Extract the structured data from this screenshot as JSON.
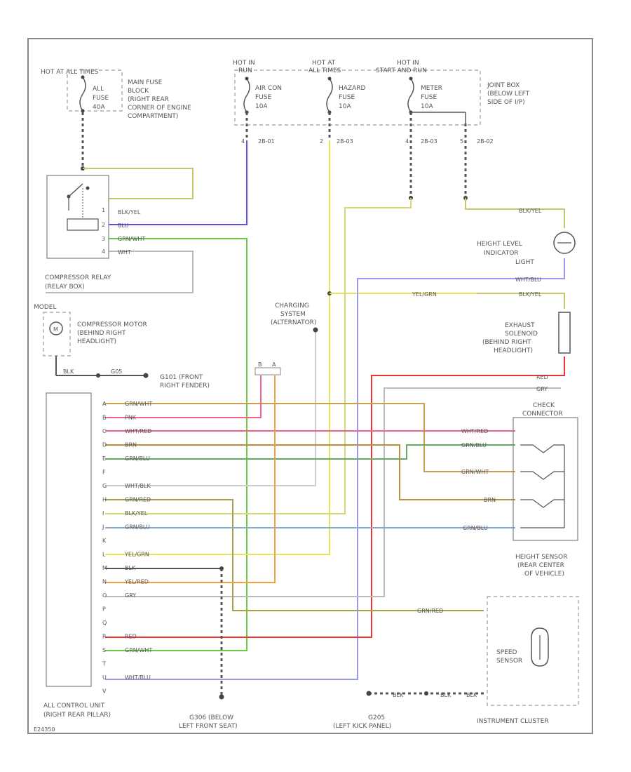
{
  "colors": {
    "frame": "#888888",
    "blue": "#5555ee",
    "green": "#66cc44",
    "yellow": "#e6e35a",
    "olive": "#c8c86a",
    "tan": "#c8a050",
    "pink": "#ee6688",
    "red": "#ee3333",
    "orange": "#f0a040",
    "lightblue": "#88aacc",
    "lavender": "#9999ee",
    "gray": "#aaaaaa",
    "black": "#444444"
  },
  "fuses": {
    "left": {
      "hot": "HOT AT ALL TIMES",
      "lines": [
        "ALL",
        "FUSE",
        "40A"
      ],
      "desc": [
        "MAIN FUSE",
        "BLOCK",
        "(RIGHT REAR",
        "CORNER OF ENGINE",
        "COMPARTMENT)"
      ]
    },
    "aircon": {
      "hot": "HOT IN",
      "hot2": "RUN",
      "lines": [
        "AIR CON",
        "FUSE",
        "10A"
      ]
    },
    "hazard": {
      "hot": "HOT AT",
      "hot2": "ALL TIMES",
      "lines": [
        "HAZARD",
        "FUSE",
        "10A"
      ]
    },
    "meter": {
      "hot": "HOT IN",
      "hot2": "START AND RUN",
      "lines": [
        "METER",
        "FUSE",
        "10A"
      ]
    },
    "junction": [
      "JOINT BOX",
      "(BELOW LEFT",
      "SIDE OF I/P)"
    ]
  },
  "connectors": {
    "c1": "2B-01",
    "c2": "2B-03",
    "c3": "2B-03",
    "c4": "2B-02",
    "p1": "4",
    "p2": "2",
    "p3": "4",
    "p4": "5"
  },
  "relay": {
    "name": [
      "COMPRESSOR RELAY",
      "(RELAY BOX)"
    ],
    "wires": [
      "BLK/YEL",
      "BLU",
      "GRN/WHT",
      "WHT"
    ],
    "pins": [
      "1",
      "2",
      "3",
      "4"
    ]
  },
  "motor": {
    "tag": "MODEL",
    "name": [
      "COMPRESSOR MOTOR",
      "(BEHIND RIGHT",
      "HEADLIGHT)"
    ]
  },
  "ground": {
    "w1": "BLK",
    "w2": "G05",
    "name": [
      "G101 (FRONT",
      "RIGHT FENDER)"
    ]
  },
  "charging": {
    "name": [
      "CHARGING",
      "SYSTEM",
      "(ALTERNATOR)"
    ]
  },
  "alt_pins": {
    "a": "B",
    "b": "A"
  },
  "indicator": {
    "name": [
      "HEIGHT LEVEL",
      "INDICATOR",
      "LIGHT"
    ],
    "w_top": "BLK/YEL",
    "w_bot": "WHT/BLU"
  },
  "solenoid": {
    "name": [
      "EXHAUST",
      "SOLENOID",
      "(BEHIND RIGHT",
      "HEADLIGHT)"
    ],
    "w_top": "BLK/YEL",
    "w_bot": "RED"
  },
  "yelgrn": "YEL/GRN",
  "gry_label": "GRY",
  "ecu": {
    "name": [
      "ALL CONTROL UNIT",
      "(RIGHT REAR PILLAR)"
    ],
    "pins": [
      "A",
      "B",
      "C",
      "D",
      "E",
      "F",
      "G",
      "H",
      "I",
      "J",
      "K",
      "L",
      "M",
      "N",
      "O",
      "P",
      "Q",
      "R",
      "S",
      "T",
      "U",
      "V"
    ],
    "wires": [
      "GRN/WHT",
      "PNK",
      "WHT/RED",
      "BRN",
      "GRN/BLU",
      "",
      "WHT/BLK",
      "GRN/RED",
      "BLK/YEL",
      "GRN/BLU",
      "",
      "YEL/GRN",
      "BLK",
      "YEL/RED",
      "GRY",
      "",
      "",
      "RED",
      "GRN/WHT",
      "",
      "WHT/BLU",
      ""
    ]
  },
  "check": {
    "name": [
      "CHECK",
      "CONNECTOR"
    ],
    "wires": [
      "WHT/RED",
      "GRN/BLU",
      "GRN/WHT",
      "BRN",
      "GRN/BLU"
    ],
    "sensor": [
      "HEIGHT SENSOR",
      "(REAR CENTER",
      "OF VEHICLE)"
    ]
  },
  "speed": {
    "name": [
      "SPEED",
      "SENSOR"
    ],
    "wire": "GRN/RED",
    "cluster": "INSTRUMENT CLUSTER",
    "gnd1": "BLK",
    "gnd2": "BLK",
    "gnd3": "BLK"
  },
  "grounds_bottom": {
    "g1": [
      "G306 (BELOW",
      "LEFT FRONT SEAT)"
    ],
    "g2": [
      "G205",
      "(LEFT KICK PANEL)"
    ]
  },
  "footer": "E24350"
}
